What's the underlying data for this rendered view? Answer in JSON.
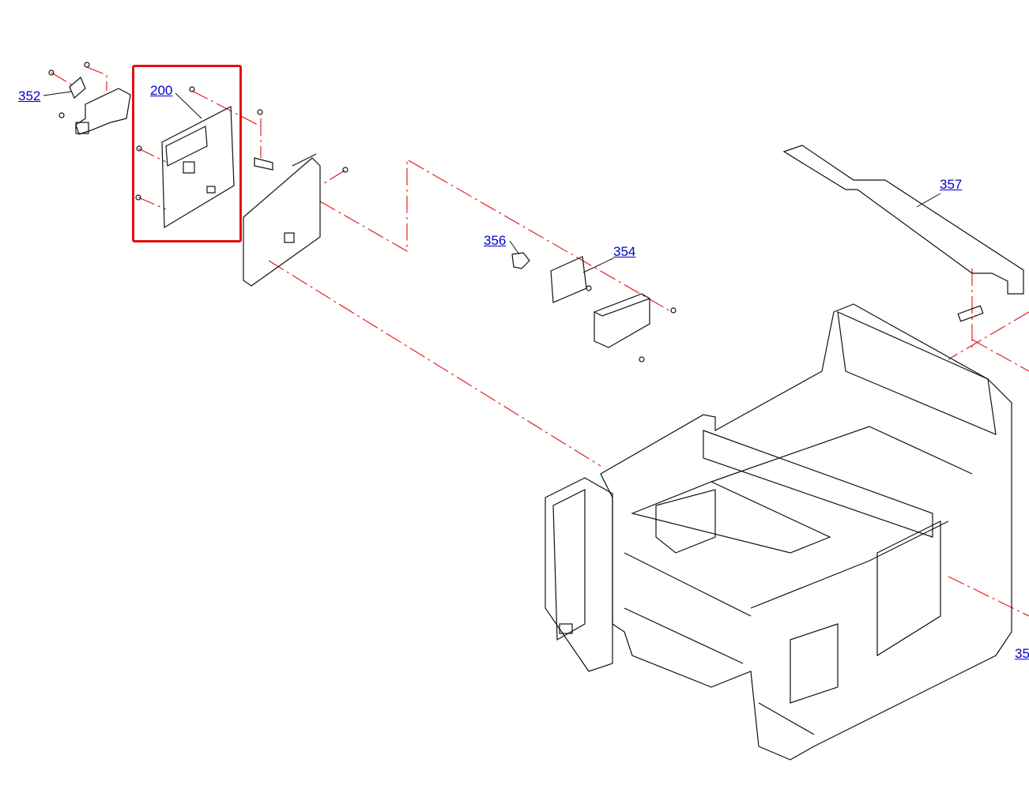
{
  "diagram": {
    "highlight_color": "#e01010",
    "link_color": "#0000cc",
    "part_labels": [
      {
        "id": "352",
        "text": "352"
      },
      {
        "id": "200",
        "text": "200"
      },
      {
        "id": "356",
        "text": "356"
      },
      {
        "id": "354",
        "text": "354"
      },
      {
        "id": "357",
        "text": "357"
      },
      {
        "id": "35x",
        "text": "35"
      }
    ]
  }
}
